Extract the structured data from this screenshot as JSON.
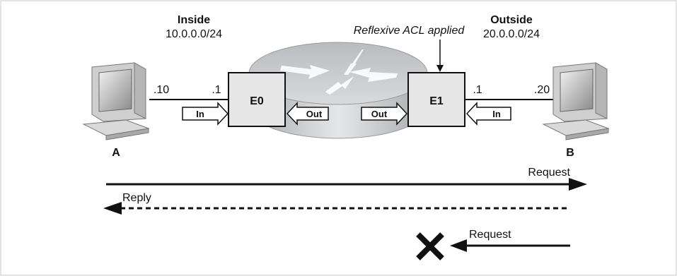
{
  "inside": {
    "title": "Inside",
    "subnet": "10.0.0.0/24"
  },
  "outside": {
    "title": "Outside",
    "subnet": "20.0.0.0/24"
  },
  "annotation": "Reflexive ACL applied",
  "interfaces": {
    "e0": "E0",
    "e1": "E1"
  },
  "hosts": {
    "a": {
      "label": "A",
      "addr": ".10",
      "router_addr": ".1"
    },
    "b": {
      "label": "B",
      "addr": ".20",
      "router_addr": ".1"
    }
  },
  "direction_tags": {
    "in_left": "In",
    "out_e0": "Out",
    "out_e1": "Out",
    "in_right": "In"
  },
  "flows": {
    "request1": "Request",
    "reply": "Reply",
    "request2": "Request"
  },
  "colors": {
    "box_fill": "#e6e6e6",
    "stroke": "#111111",
    "router_top": "#c9cbcd",
    "router_side": "#b0b2b4"
  }
}
